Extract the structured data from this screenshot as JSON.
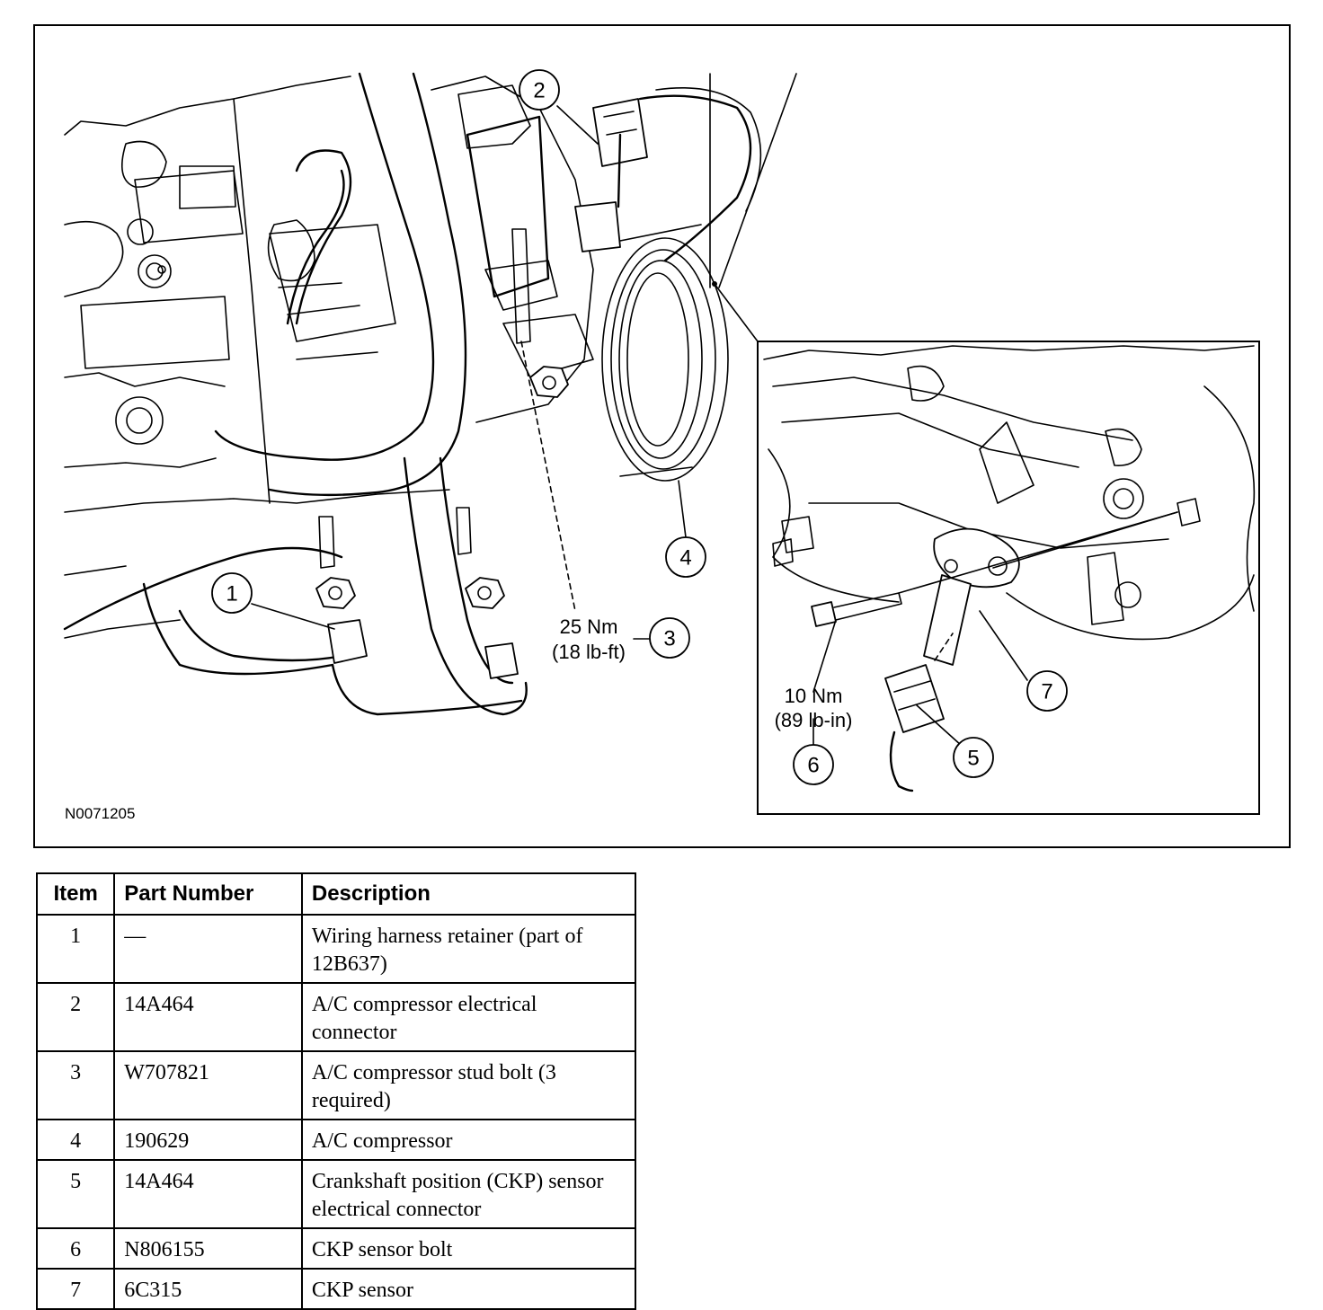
{
  "figure": {
    "id": "N0071205",
    "callouts": [
      "1",
      "2",
      "3",
      "4",
      "5",
      "6",
      "7"
    ],
    "torque_specs": [
      {
        "item": "3",
        "metric": "25 Nm",
        "imperial": "(18 lb-ft)"
      },
      {
        "item": "6",
        "metric": "10 Nm",
        "imperial": "(89 lb-in)"
      }
    ]
  },
  "table": {
    "headers": {
      "item": "Item",
      "part_number": "Part Number",
      "description": "Description"
    },
    "rows": [
      {
        "item": "1",
        "part_number": "—",
        "description": "Wiring harness retainer (part of 12B637)"
      },
      {
        "item": "2",
        "part_number": "14A464",
        "description": "A/C compressor electrical connector"
      },
      {
        "item": "3",
        "part_number": "W707821",
        "description": "A/C compressor stud bolt (3 required)"
      },
      {
        "item": "4",
        "part_number": "190629",
        "description": "A/C compressor"
      },
      {
        "item": "5",
        "part_number": "14A464",
        "description": "Crankshaft position (CKP) sensor electrical connector"
      },
      {
        "item": "6",
        "part_number": "N806155",
        "description": "CKP sensor bolt"
      },
      {
        "item": "7",
        "part_number": "6C315",
        "description": "CKP sensor"
      }
    ]
  }
}
